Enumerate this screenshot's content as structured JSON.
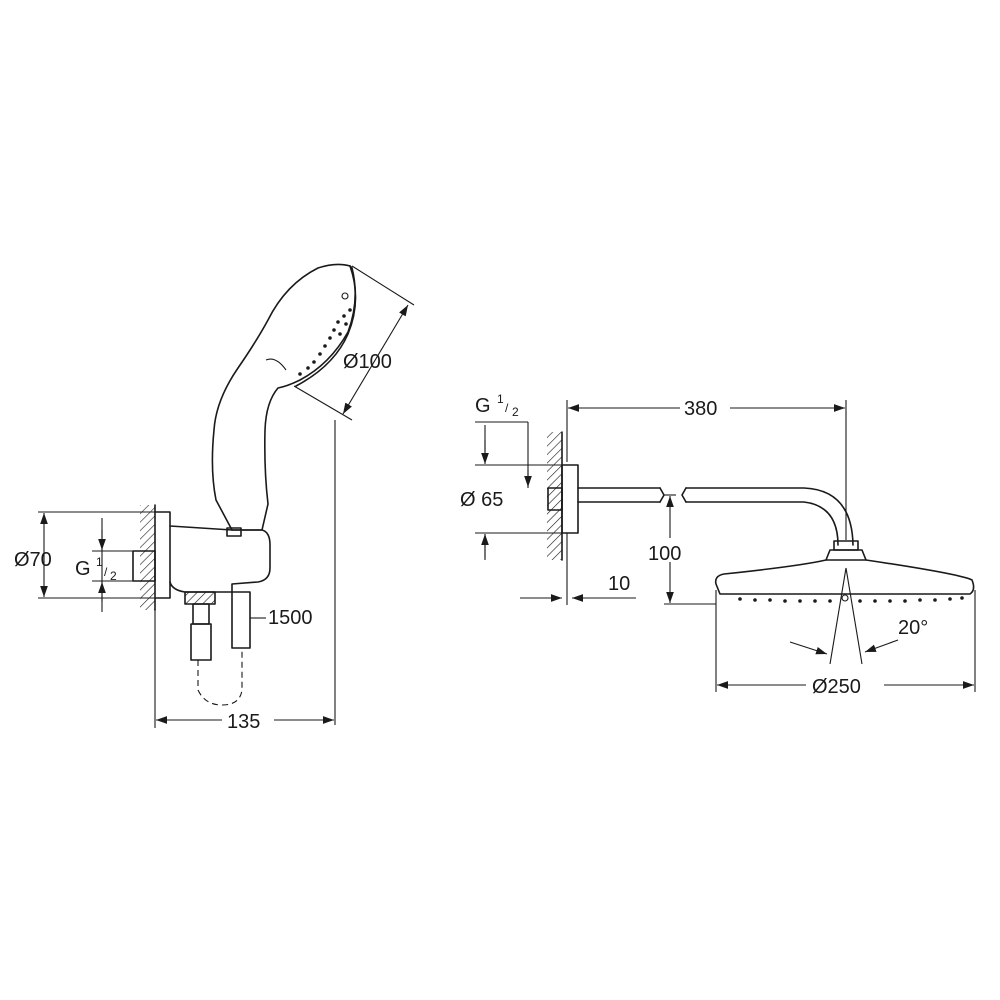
{
  "handshower_set": {
    "handshower_diameter": "Ø100",
    "outlet_diameter": "Ø70",
    "thread_main": "G",
    "thread_num": "1",
    "thread_den": "2",
    "hose_length": "1500",
    "projection": "135"
  },
  "headshower_set": {
    "thread_main": "G",
    "thread_num": "1",
    "thread_den": "2",
    "arm_length": "380",
    "flange_diameter": "Ø 65",
    "wall_gap": "10",
    "drop": "100",
    "head_diameter": "Ø250",
    "tilt_angle": "20°"
  }
}
